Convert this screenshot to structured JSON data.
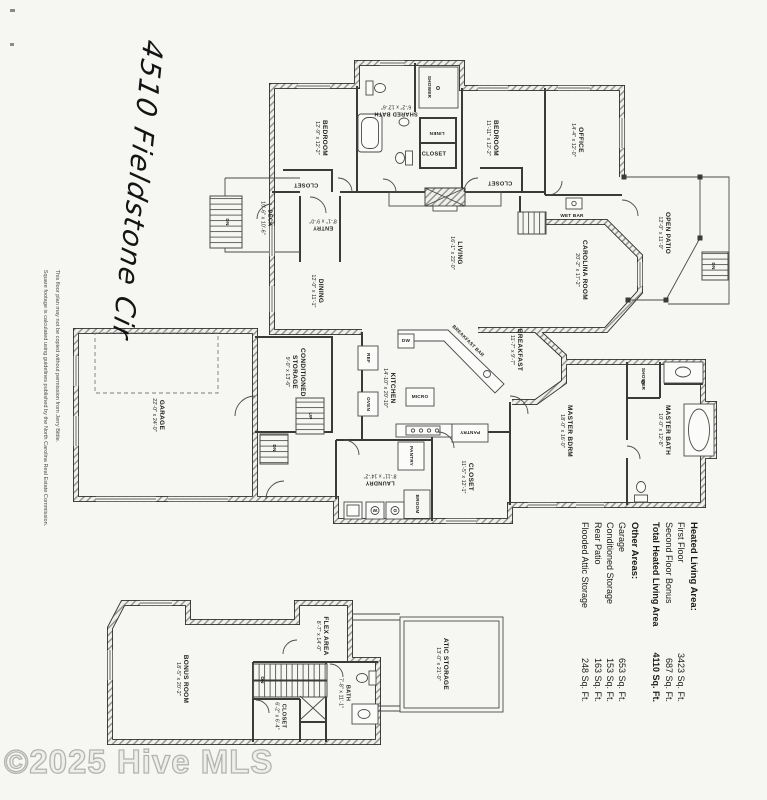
{
  "title": "4510 Fieldstone Cir",
  "watermark": "©2025 Hive MLS",
  "disclaimer": {
    "line1": "Square footage is calculated using guidelines published by the North Carolina Real Estate Commission.",
    "line2": "This floor plan may not be copied without permission from Jerry Bittle."
  },
  "areas": {
    "heated_header": "Heated Living Area:",
    "heated": [
      {
        "label": "First Floor",
        "value": "3423 Sq. Ft."
      },
      {
        "label": "Second Floor Bonus",
        "value": "687 Sq. Ft."
      },
      {
        "label": "Total Heated Living Area",
        "value": "4110 Sq. Ft."
      }
    ],
    "other_header": "Other Areas:",
    "other": [
      {
        "label": "Garage",
        "value": "653 Sq. Ft."
      },
      {
        "label": "Conditioned Storage",
        "value": "153 Sq. Ft."
      },
      {
        "label": "Rear Patio",
        "value": "163 Sq. Ft."
      },
      {
        "label": "Flooded Attic Storage",
        "value": "248 Sq. Ft."
      }
    ]
  },
  "floor1": {
    "bedroom1": {
      "name": "BEDROOM",
      "dims": "12'-9\" x 12'-2\""
    },
    "closet_b1": {
      "name": "CLOSET"
    },
    "shared_bath": {
      "name": "SHARED BATH",
      "dims": "6'-2\" x 12'-6\""
    },
    "shower1": {
      "name": "SHOWER"
    },
    "linen": {
      "name": "LINEN"
    },
    "closet_c": {
      "name": "CLOSET"
    },
    "bedroom2": {
      "name": "BEDROOM",
      "dims": "11'-11\" x 12'-2\""
    },
    "closet_b2": {
      "name": "CLOSET"
    },
    "office": {
      "name": "OFFICE",
      "dims": "14'-4\" x 12'-0\""
    },
    "open_patio": {
      "name": "OPEN PATIO",
      "dims": "12'-0\" x 11'-0\""
    },
    "patio_dn": {
      "name": "DN"
    },
    "wet_bar": {
      "name": "WET BAR"
    },
    "carolina": {
      "name": "CAROLINA ROOM",
      "dims": "20'-2\" x 17'-2\""
    },
    "living": {
      "name": "LIVING",
      "dims": "16'-1\" x 22'-0\""
    },
    "dining": {
      "name": "DINING",
      "dims": "12'-0\" x 11'-1\""
    },
    "entry": {
      "name": "ENTRY",
      "dims": "8'-1\" x 9'-0\""
    },
    "deck": {
      "name": "DECK",
      "dims": "10'-6\" x 10'-6\""
    },
    "deck_dn": {
      "name": "DN"
    },
    "breakfast": {
      "name": "BREAKFAST",
      "dims": "11'-7\" x 9'-7\""
    },
    "breakfast_bar": {
      "name": "BREAKFAST BAR"
    },
    "kitchen": {
      "name": "KITCHEN",
      "dims": "14'-10\" x 20'-10\""
    },
    "micro": {
      "name": "MICRO"
    },
    "dw": {
      "name": "DW"
    },
    "ref": {
      "name": "REF"
    },
    "oven": {
      "name": "OVEN"
    },
    "cond_storage": {
      "name": "CONDITIONED STORAGE",
      "dims": "9'-0\" x 13'-6\""
    },
    "garage": {
      "name": "GARAGE",
      "dims": "22'-0\" x 24'-0\""
    },
    "up": {
      "name": "UP"
    },
    "dn1": {
      "name": "DN"
    },
    "master": {
      "name": "MASTER BDRM",
      "dims": "18'-0\" x 16'-0\""
    },
    "master_bath": {
      "name": "MASTER BATH",
      "dims": "10'-0\" x 12'-8\""
    },
    "shower_m": {
      "name": "SHOWER"
    },
    "closet_m": {
      "name": "CLOSET",
      "dims": "11'-5\" x 12'-1\""
    },
    "laundry": {
      "name": "LAUNDRY",
      "dims": "8'-11\" x 14'-2\""
    },
    "pantry1": {
      "name": "PANTRY"
    },
    "pantry2": {
      "name": "PANTRY"
    },
    "broom": {
      "name": "BROOM"
    },
    "washer": {
      "name": "W"
    },
    "dryer": {
      "name": "D"
    }
  },
  "floor2": {
    "bonus": {
      "name": "BONUS ROOM",
      "dims": "18'-5\" x 20'-2\""
    },
    "flex": {
      "name": "FLEX AREA",
      "dims": "8'-7\" x 14'-0\""
    },
    "dn2": {
      "name": "DN"
    },
    "closet2": {
      "name": "CLOSET",
      "dims": "6'-2\" x 6'-4\""
    },
    "bath2": {
      "name": "BATH",
      "dims": "7'-8\" x 11'-1\""
    },
    "attic": {
      "name": "ATIC STORAGE",
      "dims": "13'-0\" x 21'-0\""
    }
  }
}
